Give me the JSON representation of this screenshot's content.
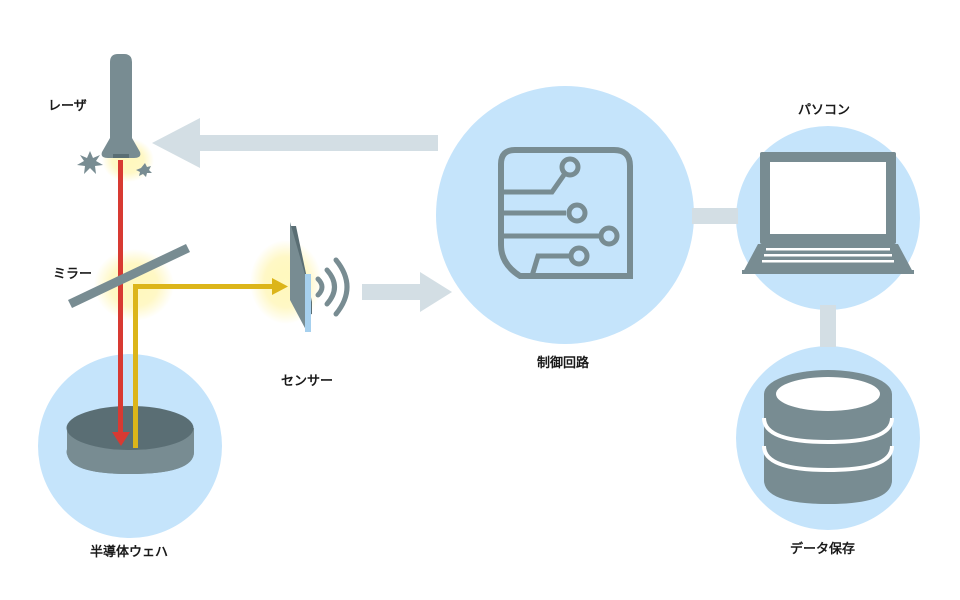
{
  "labels": {
    "laser": "レーザ",
    "mirror": "ミラー",
    "sensor": "センサー",
    "wafer": "半導体ウェハ",
    "control_circuit": "制御回路",
    "pc": "パソコン",
    "storage": "データ保存"
  },
  "colors": {
    "circle_fill": "#c5e4fb",
    "device_gray": "#788c92",
    "device_dark": "#5a6e74",
    "arrow_gray": "#d3dee4",
    "laser_red": "#d83a32",
    "reflect_yellow": "#dcb51a",
    "glow": "#fff3a0"
  },
  "icons": {
    "laser": "laser-emitter-icon",
    "mirror": "mirror-icon",
    "sensor": "sensor-icon",
    "wafer": "wafer-icon",
    "circuit": "circuit-board-icon",
    "laptop": "laptop-icon",
    "database": "database-icon"
  }
}
